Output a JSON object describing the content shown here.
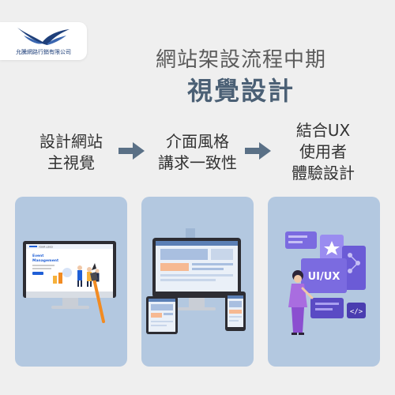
{
  "logo": {
    "company": "允騰網路行銷有限公司"
  },
  "header": {
    "subtitle": "網站架設流程中期",
    "title": "視覺設計"
  },
  "steps": [
    {
      "lines": [
        "設計網站",
        "主視覺"
      ]
    },
    {
      "lines": [
        "介面風格",
        "講求一致性"
      ]
    },
    {
      "lines": [
        "結合UX",
        "使用者",
        "體驗設計"
      ]
    }
  ],
  "cards": {
    "design_screen": {
      "brand": "YOUR LOGO",
      "heading1": "Event",
      "heading2": "Management"
    },
    "devices": {},
    "uiux": {
      "label": "UI/UX"
    }
  },
  "colors": {
    "background": "#efefef",
    "card": "#b3c8e0",
    "arrow": "#5a7086",
    "title": "#4b6075",
    "accent_orange": "#f28b22",
    "accent_purple": "#6b5bd6"
  }
}
